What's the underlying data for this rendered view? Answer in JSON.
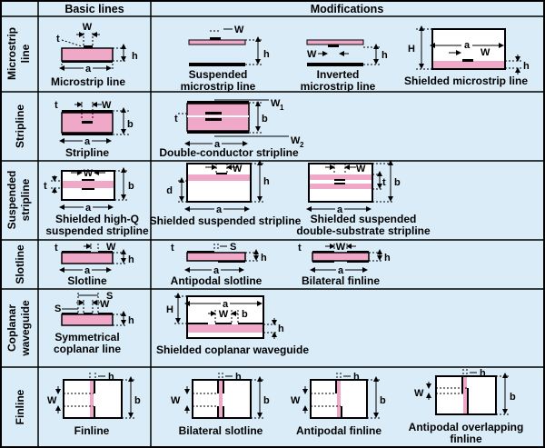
{
  "headers": {
    "col1": "Basic lines",
    "col2": "Modifications"
  },
  "rows": [
    {
      "label1": "Microstrip",
      "label2": "line"
    },
    {
      "label1": "Stripline",
      "label2": ""
    },
    {
      "label1": "Suspended",
      "label2": "stripline"
    },
    {
      "label1": "Slotline",
      "label2": ""
    },
    {
      "label1": "Coplanar",
      "label2": "waveguide"
    },
    {
      "label1": "Finline",
      "label2": ""
    }
  ],
  "captions": {
    "microstrip": "Microstrip line",
    "suspended_ms_1": "Suspended",
    "suspended_ms_2": "microstrip line",
    "inverted_ms_1": "Inverted",
    "inverted_ms_2": "microstrip line",
    "shielded_ms": "Shielded microstrip line",
    "stripline": "Stripline",
    "double_cond": "Double-conductor stripline",
    "shielded_hq_1": "Shielded high-Q",
    "shielded_hq_2": "suspended stripline",
    "shielded_susp": "Shielded suspended stripline",
    "shielded_susp_ds_1": "Shielded suspended",
    "shielded_susp_ds_2": "double-substrate stripline",
    "slotline": "Slotline",
    "antipodal_slot": "Antipodal slotline",
    "bilateral_fin": "Bilateral finline",
    "sym_cpl_1": "Symmetrical",
    "sym_cpl_2": "coplanar line",
    "shielded_cpw": "Shielded coplanar waveguide",
    "finline": "Finline",
    "bilateral_slot": "Bilateral slotline",
    "antipodal_fin": "Antipodal finline",
    "antipodal_over_1": "Antipodal overlapping",
    "antipodal_over_2": "finline"
  },
  "dims": {
    "W": "W",
    "h": "h",
    "a": "a",
    "b": "b",
    "t": "t",
    "d": "d",
    "H": "H",
    "S": "S",
    "W1": "W",
    "W1_sub": "1",
    "W2": "W",
    "W2_sub": "2"
  },
  "colors": {
    "background": "#d9ecf8",
    "substrate": "#f0a8c8",
    "conductor": "#000000",
    "shield_fill": "#ffffff"
  }
}
